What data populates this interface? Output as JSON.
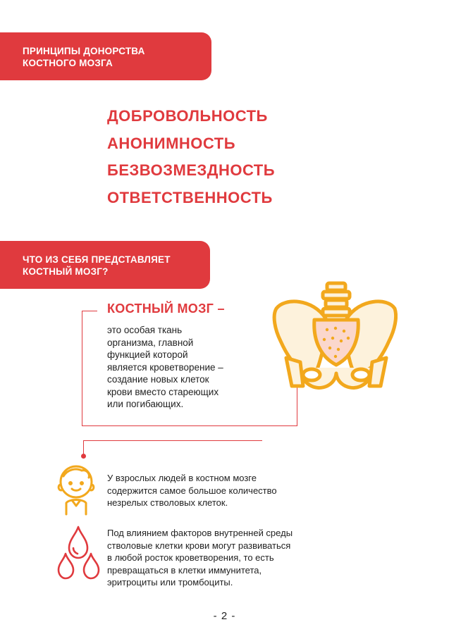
{
  "banner1": {
    "line1": "ПРИНЦИПЫ ДОНОРСТВА",
    "line2": "КОСТНОГО МОЗГА"
  },
  "principles": [
    "ДОБРОВОЛЬНОСТЬ",
    "АНОНИМНОСТЬ",
    "БЕЗВОЗМЕЗДНОСТЬ",
    "ОТВЕТСТВЕННОСТЬ"
  ],
  "banner2": {
    "line1": "ЧТО ИЗ СЕБЯ ПРЕДСТАВЛЯЕТ",
    "line2": "КОСТНЫЙ МОЗГ?"
  },
  "definition": {
    "term": "КОСТНЫЙ МОЗГ –",
    "lines": [
      "это особая ткань",
      "организма, главной",
      "функцией которой",
      "является кроветворение –",
      "создание новых клеток",
      "крови вместо стареющих",
      "или погибающих."
    ]
  },
  "facts": [
    {
      "icon": "child-icon",
      "lines": [
        "У взрослых людей в костном мозге",
        "содержится самое большое количество",
        "незрелых стволовых клеток."
      ]
    },
    {
      "icon": "blood-drops-icon",
      "lines": [
        "Под влиянием факторов внутренней среды",
        "стволовые клетки крови могут развиваться",
        "в любой росток кроветворения, то есть",
        "превращаться в клетки иммунитета,",
        "эритроциты или тромбоциты."
      ]
    }
  ],
  "page_number": "- 2 -",
  "colors": {
    "accent": "#e03a3e",
    "bone_stroke": "#f2a81d",
    "bone_fill": "#fdf2dc",
    "marrow_fill": "#fbd7cc"
  }
}
